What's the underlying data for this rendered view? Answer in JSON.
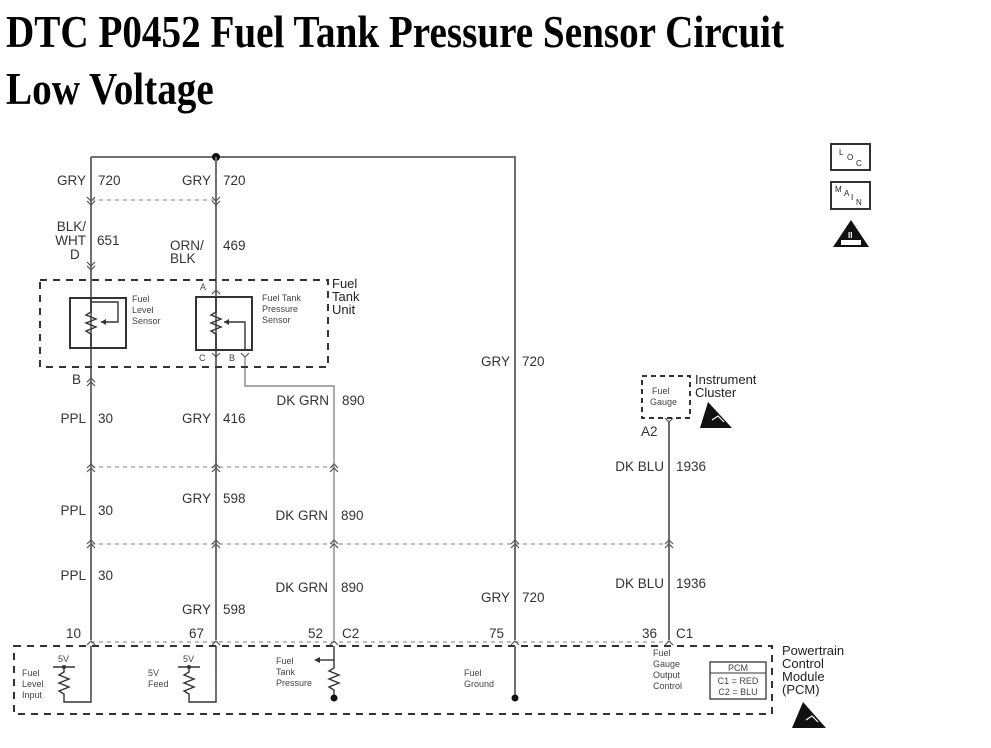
{
  "title": {
    "line1": "DTC P0452 Fuel Tank Pressure Sensor Circuit",
    "line2": "Low Voltage"
  },
  "icons": {
    "loc": "LOC",
    "main": "MAIN",
    "obd2": "OBD II"
  },
  "wires": [
    {
      "id": "w1",
      "color": "GRY",
      "circuit": "720"
    },
    {
      "id": "w2",
      "color": "GRY",
      "circuit": "720"
    },
    {
      "id": "w3",
      "color": "BLK/ WHT",
      "color_line1": "BLK/",
      "color_line2": "WHT",
      "circuit": "651"
    },
    {
      "id": "w4",
      "color": "ORN/ BLK",
      "color_line1": "ORN/",
      "color_line2": "BLK",
      "circuit": "469"
    },
    {
      "id": "w5",
      "color": "PPL",
      "circuit": "30"
    },
    {
      "id": "w6",
      "color": "GRY",
      "circuit": "416"
    },
    {
      "id": "w7",
      "color": "DK GRN",
      "circuit": "890"
    },
    {
      "id": "w8",
      "color": "GRY",
      "circuit": "720"
    },
    {
      "id": "w9",
      "color": "DK BLU",
      "circuit": "1936"
    },
    {
      "id": "w10",
      "color": "PPL",
      "circuit": "30"
    },
    {
      "id": "w11",
      "color": "GRY",
      "circuit": "598"
    },
    {
      "id": "w12",
      "color": "DK GRN",
      "circuit": "890"
    },
    {
      "id": "w13",
      "color": "PPL",
      "circuit": "30"
    },
    {
      "id": "w14",
      "color": "DK GRN",
      "circuit": "890"
    },
    {
      "id": "w15",
      "color": "GRY",
      "circuit": "598"
    },
    {
      "id": "w16",
      "color": "GRY",
      "circuit": "720"
    },
    {
      "id": "w17",
      "color": "DK BLU",
      "circuit": "1936"
    }
  ],
  "pins": {
    "d": "D",
    "a": "A",
    "b_left": "B",
    "c": "C",
    "b_right": "B",
    "a2": "A2",
    "pcm_10": "10",
    "pcm_67": "67",
    "pcm_52": "52",
    "pcm_c2": "C2",
    "pcm_75": "75",
    "pcm_36": "36",
    "pcm_c1": "C1"
  },
  "components": {
    "fuel_level_sensor": [
      "Fuel",
      "Level",
      "Sensor"
    ],
    "fuel_tank_pressure_sensor": [
      "Fuel Tank",
      "Pressure",
      "Sensor"
    ],
    "fuel_tank_unit": [
      "Fuel",
      "Tank",
      "Unit"
    ],
    "fuel_gauge": [
      "Fuel",
      "Gauge"
    ],
    "instrument_cluster": [
      "Instrument",
      "Cluster"
    ],
    "pcm_fuel_level_input": [
      "Fuel",
      "Level",
      "Input"
    ],
    "pcm_5v_feed": [
      "5V",
      "Feed"
    ],
    "pcm_fuel_tank_pressure": [
      "Fuel",
      "Tank",
      "Pressure"
    ],
    "pcm_fuel_ground": [
      "Fuel",
      "Ground"
    ],
    "pcm_fuel_gauge_output": [
      "Fuel",
      "Gauge",
      "Output",
      "Control"
    ],
    "supply_5v_a": "5V",
    "supply_5v_b": "5V",
    "pcm_table": {
      "header": "PCM",
      "rows": [
        "C1 = RED",
        "C2 = BLU"
      ]
    },
    "pcm_module": [
      "Powertrain",
      "Control",
      "Module",
      "(PCM)"
    ]
  }
}
